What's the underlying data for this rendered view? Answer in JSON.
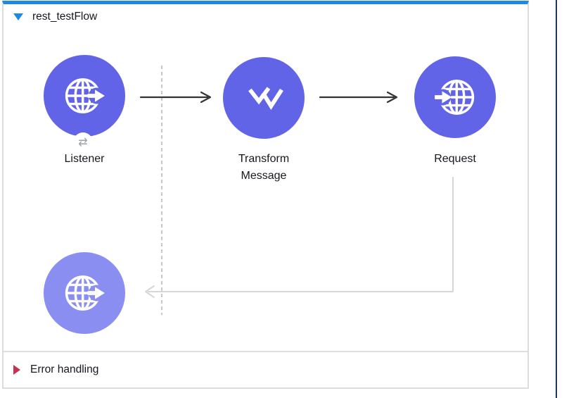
{
  "window": {
    "accent_bar_color": "#1e88e5",
    "panel_divider_color": "#1c3a57"
  },
  "flow": {
    "title": "rest_testFlow",
    "state": "expanded",
    "collapse_icon": "triangle-down",
    "nodes": [
      {
        "label": "Listener",
        "type": "http-listener",
        "color": "#6164e7",
        "badge_icon": "swap-arrows",
        "badge_glyph": "⇄"
      },
      {
        "label": "Transform Message",
        "type": "transform-message",
        "color": "#6164e7"
      },
      {
        "label": "Request",
        "type": "http-request",
        "color": "#6164e7"
      },
      {
        "label": "",
        "type": "http-response",
        "color": "#8b8ef1"
      }
    ],
    "connections": [
      {
        "from": "Listener",
        "to": "Transform Message",
        "style": "solid-black-arrow"
      },
      {
        "from": "Transform Message",
        "to": "Request",
        "style": "solid-black-arrow"
      },
      {
        "from": "Request",
        "to": "response-node",
        "style": "light-gray-elbow-arrow"
      }
    ],
    "guide_line": "vertical-dashed"
  },
  "error_handling": {
    "title": "Error handling",
    "state": "collapsed",
    "expand_icon": "triangle-right",
    "toggle_color": "#c9304d"
  }
}
